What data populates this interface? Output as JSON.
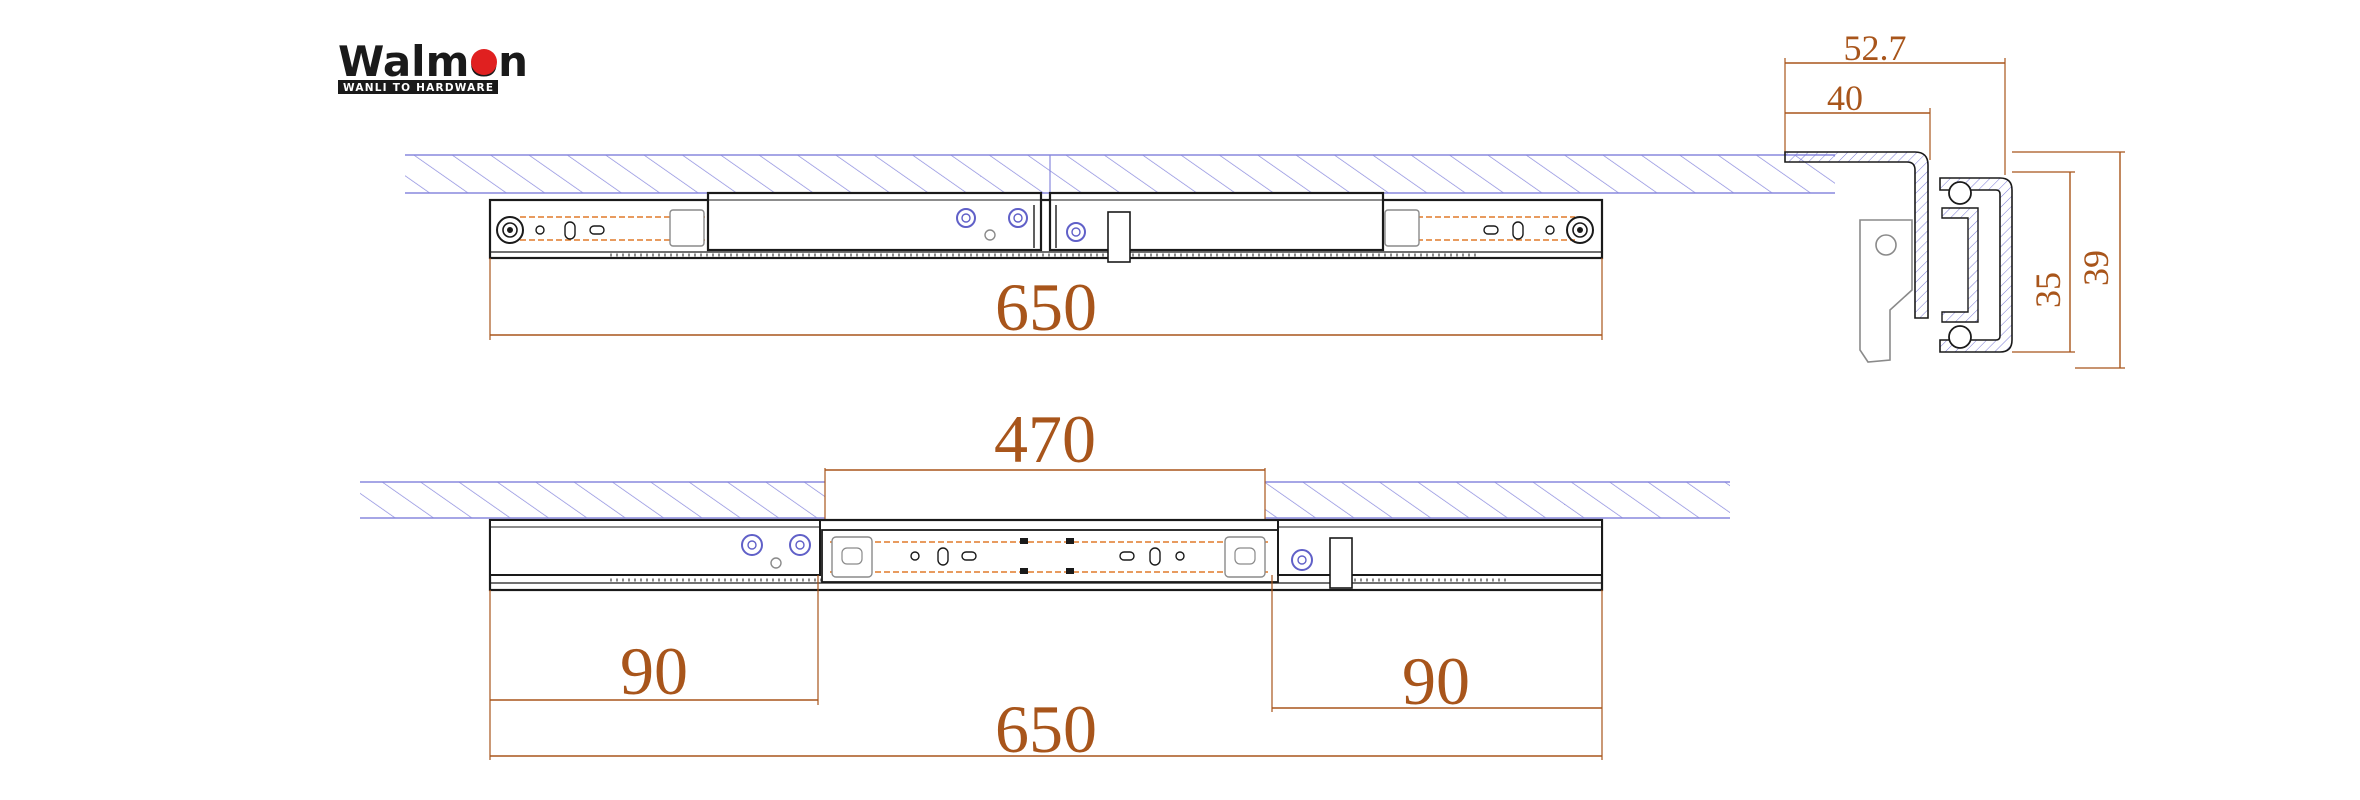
{
  "logo": {
    "brand_text": "Walmon",
    "tagline": "WANLI TO HARDWARE",
    "accent_color": "#e02020"
  },
  "colors": {
    "outline": "#1a1a1a",
    "hatch": "#7a7ad8",
    "dimension": "#a8551b",
    "orange_dash": "#e07a2a",
    "gray": "#8a8a8a"
  },
  "top_view": {
    "total_length": "650"
  },
  "bottom_view": {
    "middle_span": "470",
    "left_end": "90",
    "right_end": "90",
    "total_length": "650"
  },
  "cross_section": {
    "width_outer": "52.7",
    "width_inner": "40",
    "height_outer": "39",
    "height_inner": "35"
  }
}
